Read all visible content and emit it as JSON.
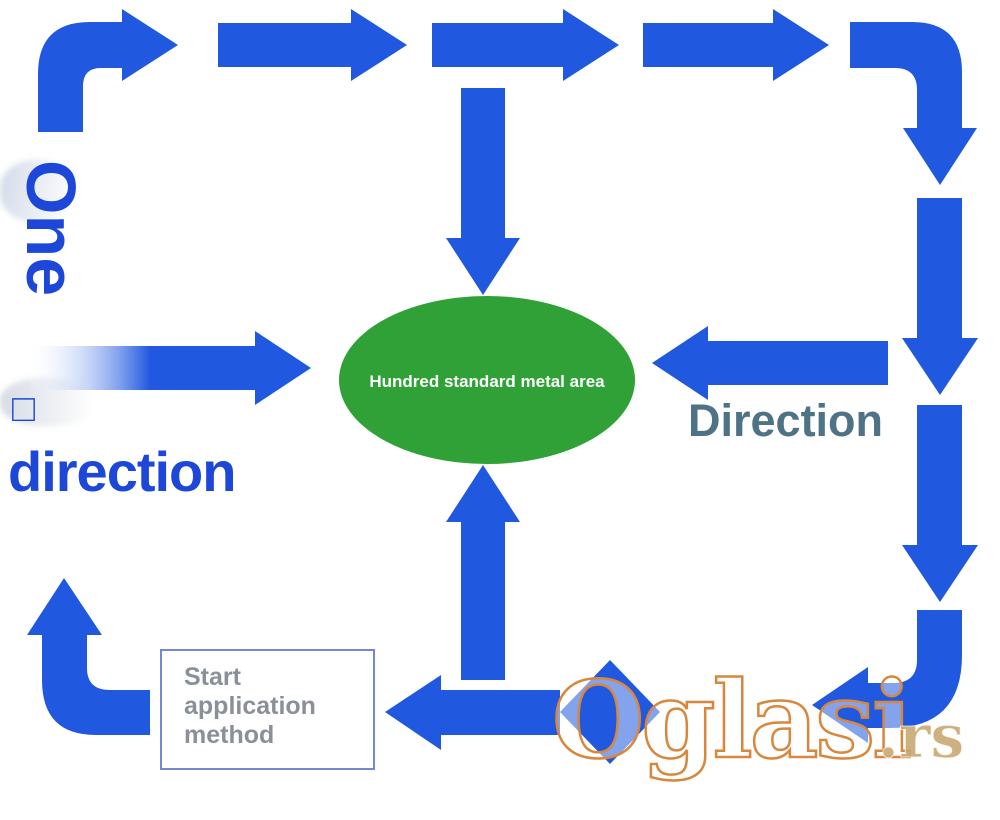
{
  "colors": {
    "arrow_blue": "#2058DF",
    "green": "#2FA136",
    "text_blue": "#1C47D9",
    "slate": "#4E7386",
    "gray_text": "#8A9099",
    "box_border": "#7488D2",
    "watermark_orange": "#D8873C",
    "watermark_tan": "#C8A870"
  },
  "texts": {
    "one": "One",
    "square_symbol": "□",
    "direction_word": "direction",
    "direction_label": "Direction",
    "ellipse_label": "Hundred standard metal area",
    "start_box": "Start application method",
    "watermark_name": "Oglasi",
    "watermark_suffix": ".rs"
  },
  "diagram": {
    "type": "flow-cycle",
    "center_node": "Hundred standard metal area",
    "arrows": [
      {
        "name": "elbow-top-left",
        "direction": "up-then-right"
      },
      {
        "name": "top-arrow-1",
        "direction": "right"
      },
      {
        "name": "top-arrow-2",
        "direction": "right"
      },
      {
        "name": "top-arrow-3",
        "direction": "right"
      },
      {
        "name": "elbow-top-right",
        "direction": "right-then-down"
      },
      {
        "name": "right-arrow-1",
        "direction": "down"
      },
      {
        "name": "right-arrow-2",
        "direction": "down"
      },
      {
        "name": "elbow-bottom-right",
        "direction": "down-then-left"
      },
      {
        "name": "bottom-arrow",
        "direction": "left"
      },
      {
        "name": "elbow-bottom-left",
        "direction": "left-then-up"
      },
      {
        "name": "center-top-arrow",
        "direction": "down-into-center"
      },
      {
        "name": "center-left-arrow",
        "direction": "right-into-center"
      },
      {
        "name": "center-right-arrow",
        "direction": "left-into-center"
      },
      {
        "name": "center-bottom-arrow",
        "direction": "up-into-center"
      },
      {
        "name": "diamond-shape",
        "direction": "none"
      }
    ]
  }
}
